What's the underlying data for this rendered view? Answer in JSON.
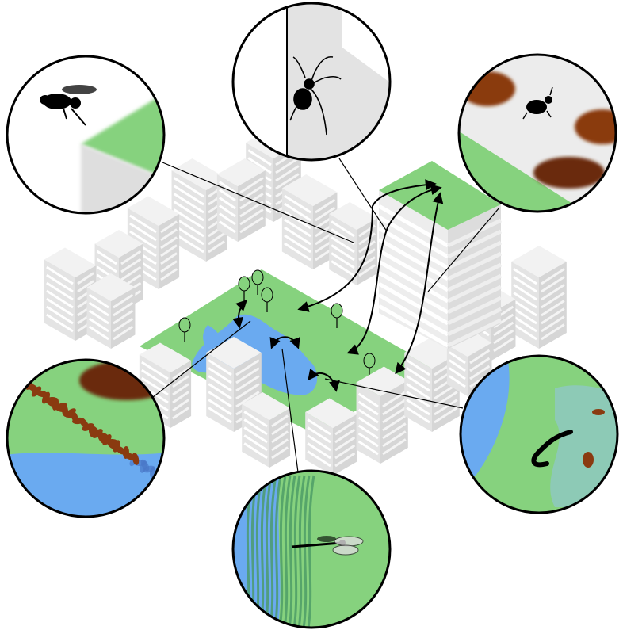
{
  "colors": {
    "grass": "#86d27e",
    "water": "#6aaaf0",
    "building_top": "#f2f2f2",
    "building_left": "#e4e4e4",
    "building_right": "#d6d6d6",
    "window_line": "#ffffff",
    "leaf_litter": "#8a3a10",
    "outline": "#000000"
  },
  "insets": [
    {
      "icon": "bee-icon",
      "habitat": "building-edge-green-roof"
    },
    {
      "icon": "spider-icon",
      "habitat": "building-wall"
    },
    {
      "icon": "beetle-icon",
      "habitat": "green-roof-soil"
    },
    {
      "icon": "leaf-litter-icon",
      "habitat": "pond-edge-litter"
    },
    {
      "icon": "dragonfly-icon",
      "habitat": "reed-bed"
    },
    {
      "icon": "worm-icon",
      "habitat": "wet-soil"
    }
  ]
}
